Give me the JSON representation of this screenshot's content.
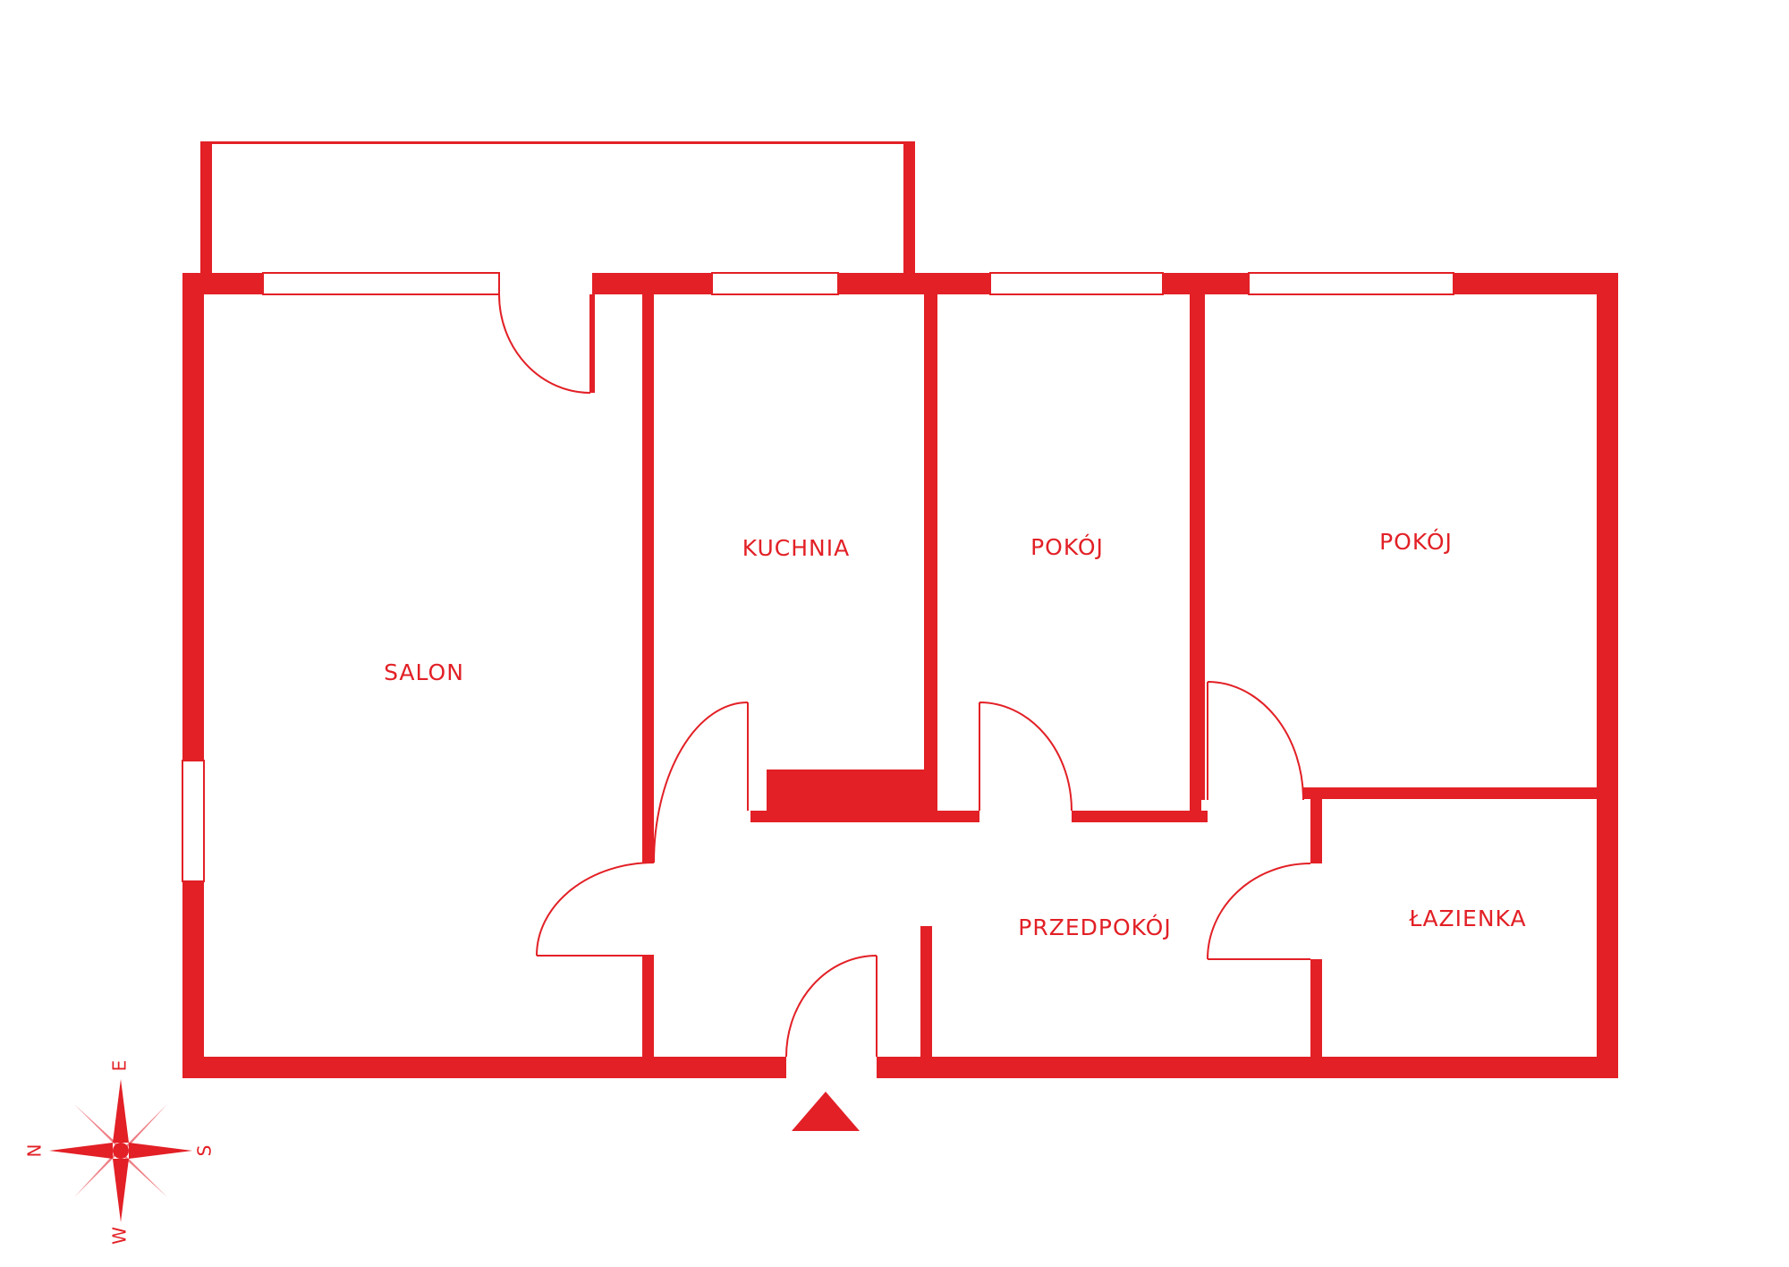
{
  "colors": {
    "wall": "#e22026",
    "background": "#ffffff",
    "compass_light": "#ef7f86"
  },
  "rooms": {
    "salon": "SALON",
    "kuchnia": "KUCHNIA",
    "pokoj_1": "POKÓJ",
    "pokoj_2": "POKÓJ",
    "przedpokoj": "PRZEDPOKÓJ",
    "lazienka": "ŁAZIENKA"
  },
  "compass": {
    "n": "N",
    "e": "E",
    "s": "S",
    "w": "W"
  },
  "icons": {
    "entrance": "entrance-arrow-icon",
    "compass": "compass-rose-icon"
  }
}
